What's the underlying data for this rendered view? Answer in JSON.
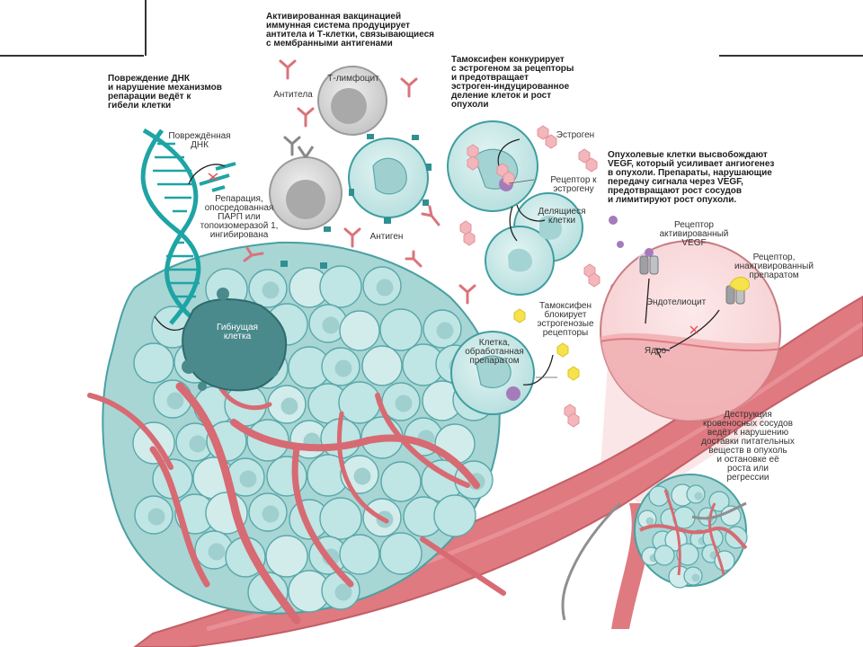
{
  "headings": {
    "dna_damage": "Повреждение ДНК\nи нарушение механизмов\nрепарации ведёт к\nгибели клетки",
    "vaccine": "Активированная вакцинацией\nиммунная система продуцирует\nантитела и Т-клетки, связывающиеся\nс мембранными антигенами",
    "tamoxifen": "Тамоксифен конкурирует\nс эстрогеном за рецепторы\nи предотвращает\nэстроген-индуцированное\nделение клеток и рост\nопухоли",
    "vegf": "Опухолевые клетки высвобождают\nVEGF, который усиливает ангиогенез\nв опухоли. Препараты, нарушающие\nпередачу сигнала через VEGF,\nпредотвращают рост сосудов\nи лимитируют рост опухоли."
  },
  "labels": {
    "damaged_dna": "Повреждённая\nДНК",
    "repair": "Репарация,\nопосредованная\nПАРП или\nтопоизомеразой 1,\nингибирована",
    "dying_cell": "Гибнущая\nклетка",
    "antibody": "Антитела",
    "t_cell": "Т-лимфоцит",
    "antigen": "Антиген",
    "estrogen": "Эстроген",
    "estrogen_receptor": "Рецептор к\nэстрогену",
    "dividing_cells": "Делящиеся\nклетки",
    "tamoxifen_blocks": "Тамоксифен\nблокирует\nэстрогенозые\nрецепторы",
    "treated_cell": "Клетка,\nобработанная\nпрепаратом",
    "vegf_receptor_active": "Рецептор\nактивированный\nVEGF",
    "receptor_inactivated": "Рецептор,\nинактивированный\nпрепаратом",
    "endothelial": "Эндотелиоцит",
    "nucleus": "Ядро",
    "vessel_destruction": "Деструкция\nкровеносных сосудов\nведёт к нарушению\nдоставки питательных\nвеществ в опухоль\nи остановке её\nроста или\nрегрессии"
  },
  "colors": {
    "cell_fill": "#bfe5e4",
    "cell_stroke": "#3f9da0",
    "vessel": "#de7a80",
    "vessel_light": "#f3c6c8",
    "dna": "#1fa4a5",
    "t_cell": "#cfcfcf",
    "dying": "#4a8a8c",
    "estrogen": "#f2a6ad",
    "tamoxifen": "#f6e24a",
    "vegf": "#a57bbb"
  }
}
